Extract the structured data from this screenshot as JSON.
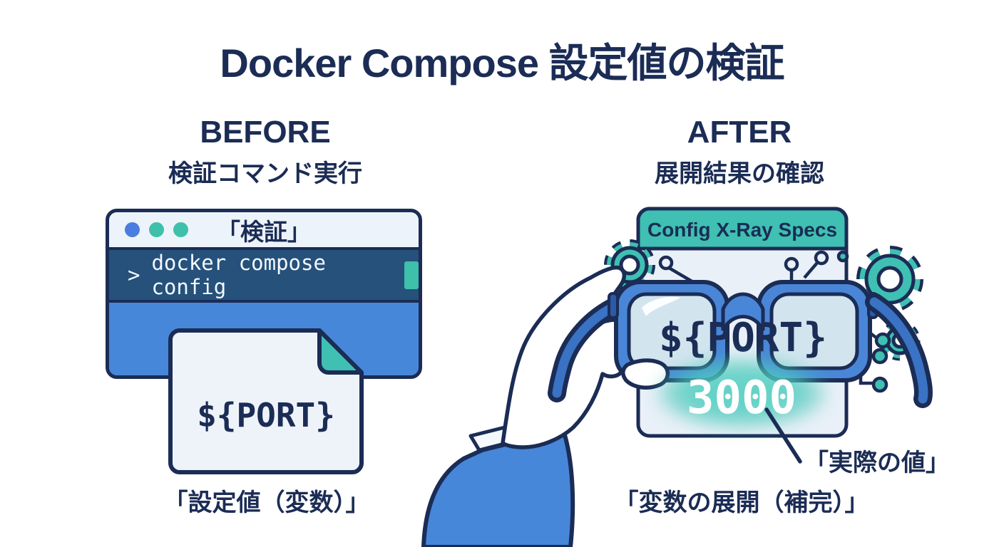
{
  "title": "Docker Compose 設定値の検証",
  "before": {
    "heading": "BEFORE",
    "subheading": "検証コマンド実行",
    "window_title": "「検証」",
    "terminal": {
      "prompt": ">",
      "command": "docker compose config"
    },
    "file_text": "${PORT}",
    "caption": "「設定値（変数）」"
  },
  "after": {
    "heading": "AFTER",
    "subheading": "展開結果の確認",
    "window_title": "Config X-Ray Specs",
    "lens_text": "${PORT}",
    "resolved_value": "3000",
    "callout_label": "「実際の値」",
    "caption": "「変数の展開（補完）」"
  },
  "colors": {
    "navy": "#1b2c55",
    "blue": "#4787d9",
    "teal": "#3fc0b2",
    "terminal_bg": "#25517b",
    "panel_light": "#edf3fa",
    "lens_tint": "#d2e5ef"
  },
  "icons": {
    "window_dots": [
      "dot-blue-icon",
      "dot-teal-icon",
      "dot-teal-icon"
    ],
    "terminal_cursor": "block-cursor-icon",
    "file_fold": "folded-corner-icon",
    "decorations": [
      "gear-icon",
      "circuit-node-icon",
      "glasses-icon",
      "hand-icon"
    ]
  }
}
